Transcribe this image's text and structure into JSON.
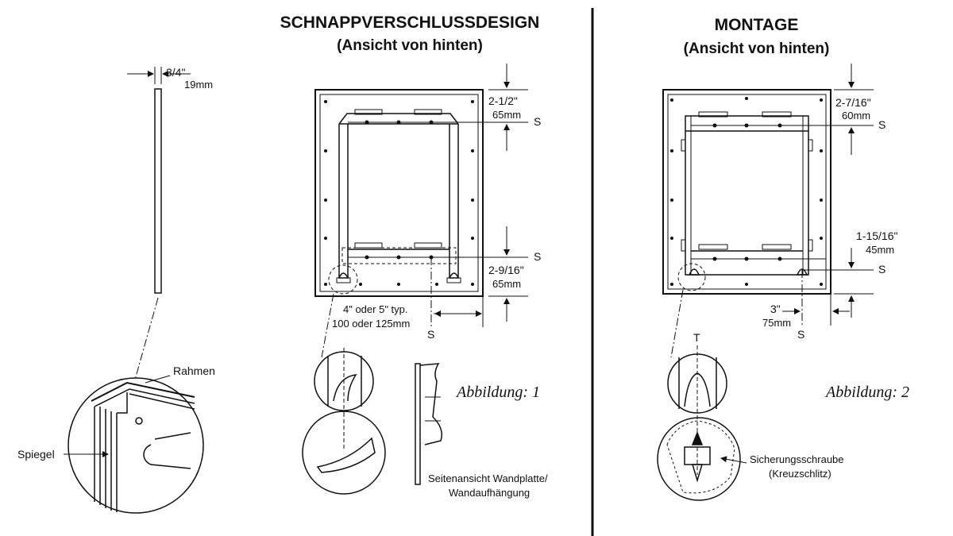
{
  "left_panel": {
    "thickness_in": "3/4\"",
    "thickness_mm": "19mm",
    "label_frame": "Rahmen",
    "label_mirror": "Spiegel"
  },
  "figure1": {
    "title": "SCHNAPPVERSCHLUSSDESIGN",
    "subtitle": "(Ansicht von hinten)",
    "dim_top_in": "2-1/2\"",
    "dim_top_mm": "65mm",
    "dim_bottom_in": "2-9/16\"",
    "dim_bottom_mm": "65mm",
    "s_label": "S",
    "spacing_in": "4\" oder 5\" typ.",
    "spacing_mm": "100 oder 125mm",
    "side_view_line1": "Seitenansicht Wandplatte/",
    "side_view_line2": "Wandaufhängung",
    "caption": "Abbildung: 1"
  },
  "figure2": {
    "title": "MONTAGE",
    "subtitle": "(Ansicht von hinten)",
    "dim_top_in": "2-7/16\"",
    "dim_top_mm": "60mm",
    "dim_bottom_in": "1-15/16\"",
    "dim_bottom_mm": "45mm",
    "dim_side_in": "3\"",
    "dim_side_mm": "75mm",
    "s_label": "S",
    "t_label": "T",
    "screw_line1": "Sicherungsschraube",
    "screw_line2": "(Kreuzschlitz)",
    "caption": "Abbildung: 2"
  }
}
